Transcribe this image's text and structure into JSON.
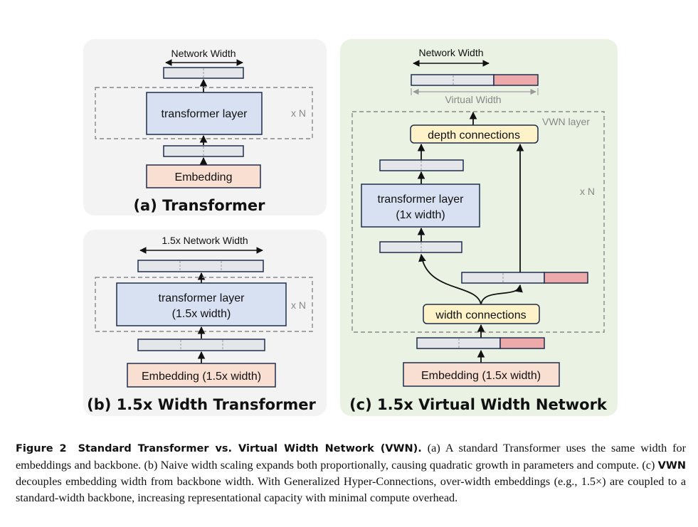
{
  "panel_a": {
    "title": "(a) Transformer",
    "network_width_label": "Network Width",
    "layer_label": "transformer layer",
    "repeat_label": "x N",
    "embedding_label": "Embedding"
  },
  "panel_b": {
    "title": "(b) 1.5x Width Transformer",
    "network_width_label": "1.5x Network Width",
    "layer_label_line1": "transformer layer",
    "layer_label_line2": "(1.5x width)",
    "repeat_label": "x N",
    "embedding_label": "Embedding (1.5x width)"
  },
  "panel_c": {
    "title": "(c) 1.5x Virtual Width Network",
    "network_width_label": "Network Width",
    "virtual_width_label": "Virtual Width",
    "vwn_layer_label": "VWN layer",
    "repeat_label": "x N",
    "depth_connections_label": "depth connections",
    "layer_label_line1": "transformer layer",
    "layer_label_line2": "(1x width)",
    "width_connections_label": "width connections",
    "embedding_label": "Embedding (1.5x width)"
  },
  "colors": {
    "panel_grey": "#f3f3f3",
    "panel_green": "#e9f2e3",
    "layer_blue": "#d8e1f2",
    "embedding_peach": "#f9dfd1",
    "connection_yellow": "#fdf2c8",
    "virtual_red": "#eeaaaa",
    "vector_grey": "#e4e6ea",
    "border_navy": "#1f2d4d"
  },
  "caption": {
    "label": "Figure 2",
    "title": "Standard Transformer vs. Virtual Width Network (VWN).",
    "text_a": " (a) A standard Transformer uses the same width for embeddings and backbone. (b) Naive width scaling expands both proportionally, causing quadratic growth in parameters and compute. (c) ",
    "vwn": "VWN",
    "text_c": " decouples embedding width from backbone width. With Generalized Hyper-Connections, over-width embeddings (e.g., 1.5×) are coupled to a standard-width backbone, increasing representational capacity with minimal compute overhead."
  }
}
